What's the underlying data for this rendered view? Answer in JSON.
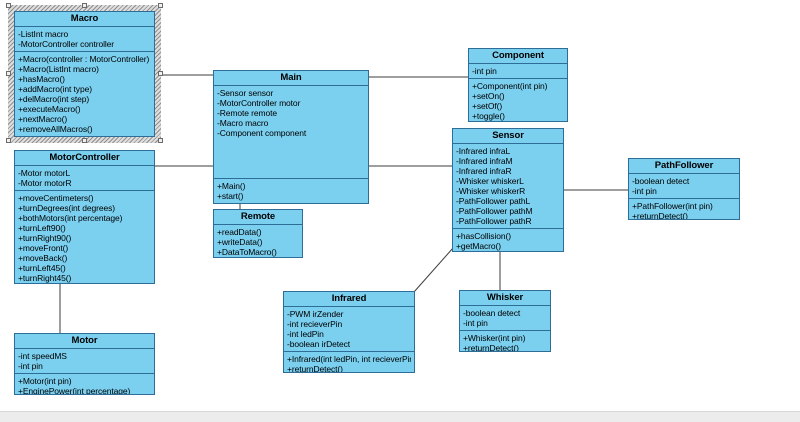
{
  "diagram": {
    "type": "uml-class-diagram",
    "colors": {
      "class_fill": "#7bd0f0",
      "class_border": "#2f6d99",
      "connector": "#3d3d3d",
      "selection_frame": "#8f8f8f",
      "canvas_background": "#ffffff"
    },
    "selection": {
      "target": "Macro"
    },
    "classes": [
      {
        "name": "Macro",
        "selected": true,
        "attributes": [
          "-ListInt macro",
          "-MotorController controller"
        ],
        "methods": [
          "+Macro(controller : MotorController)",
          "+Macro(ListInt macro)",
          "+hasMacro()",
          "+addMacro(int type)",
          "+delMacro(int step)",
          "+executeMacro()",
          "+nextMacro()",
          "+removeAllMacros()"
        ]
      },
      {
        "name": "MotorController",
        "selected": false,
        "attributes": [
          "-Motor motorL",
          "-Motor motorR"
        ],
        "methods": [
          "+moveCentimeters()",
          "+turnDegrees(int degrees)",
          "+bothMotors(int percentage)",
          "+turnLeft90()",
          "+turnRight90()",
          "+moveFront()",
          "+moveBack()",
          "+turnLeft45()",
          "+turnRight45()"
        ]
      },
      {
        "name": "Motor",
        "selected": false,
        "attributes": [
          "-int speedMS",
          "-int pin"
        ],
        "methods": [
          "+Motor(int pin)",
          "+EnginePower(int percentage)"
        ]
      },
      {
        "name": "Main",
        "selected": false,
        "attributes": [
          "-Sensor sensor",
          "-MotorController motor",
          "-Remote remote",
          "-Macro macro",
          "-Component component"
        ],
        "methods": [
          "+Main()",
          "+start()"
        ]
      },
      {
        "name": "Remote",
        "selected": false,
        "attributes": [],
        "methods": [
          "+readData()",
          "+writeData()",
          "+DataToMacro()"
        ]
      },
      {
        "name": "Component",
        "selected": false,
        "attributes": [
          "-int pin"
        ],
        "methods": [
          "+Component(int pin)",
          "+setOn()",
          "+setOf()",
          "+toggle()"
        ]
      },
      {
        "name": "Sensor",
        "selected": false,
        "attributes": [
          "-Infrared infraL",
          "-Infrared infraM",
          "-Infrared infraR",
          "-Whisker whiskerL",
          "-Whisker whiskerR",
          "-PathFollower pathL",
          "-PathFollower pathM",
          "-PathFollower pathR"
        ],
        "methods": [
          "+hasCollision()",
          "+getMacro()"
        ]
      },
      {
        "name": "PathFollower",
        "selected": false,
        "attributes": [
          "-boolean detect",
          "-int pin"
        ],
        "methods": [
          "+PathFollower(int pin)",
          "+returnDetect()"
        ]
      },
      {
        "name": "Infrared",
        "selected": false,
        "attributes": [
          "-PWM irZender",
          "-int recieverPin",
          "-int ledPin",
          "-boolean irDetect"
        ],
        "methods": [
          "+Infrared(int ledPin, int recieverPin)",
          "+returnDetect()"
        ]
      },
      {
        "name": "Whisker",
        "selected": false,
        "attributes": [
          "-boolean detect",
          "-int pin"
        ],
        "methods": [
          "+Whisker(int pin)",
          "+returnDetect()"
        ]
      }
    ],
    "connections": [
      {
        "from": "Macro",
        "to": "Main"
      },
      {
        "from": "MotorController",
        "to": "Main"
      },
      {
        "from": "MotorController",
        "to": "Motor"
      },
      {
        "from": "Main",
        "to": "Component"
      },
      {
        "from": "Main",
        "to": "Sensor"
      },
      {
        "from": "Main",
        "to": "Remote"
      },
      {
        "from": "Sensor",
        "to": "Infrared"
      },
      {
        "from": "Sensor",
        "to": "Whisker"
      },
      {
        "from": "Sensor",
        "to": "PathFollower"
      }
    ]
  }
}
